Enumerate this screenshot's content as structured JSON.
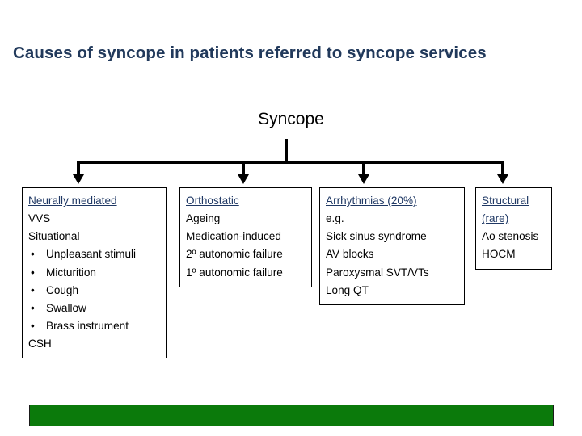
{
  "slide": {
    "title": "Causes of syncope in patients referred to syncope services",
    "title_color": "#21395B",
    "heading_color": "#1F3864",
    "footer_bar_color": "#0B7A0B"
  },
  "diagram": {
    "root": {
      "label": "Syncope"
    },
    "categories": [
      {
        "heading": "Neurally mediated",
        "lines": [
          "VVS",
          "Situational"
        ],
        "bullets": [
          "Unpleasant stimuli",
          "Micturition",
          "Cough",
          "Swallow",
          "Brass instrument"
        ],
        "trailing_lines": [
          "CSH"
        ]
      },
      {
        "heading": "Orthostatic",
        "lines": [
          "Ageing",
          "Medication-induced",
          "2º autonomic failure",
          "1º autonomic failure"
        ],
        "bullets": [],
        "trailing_lines": []
      },
      {
        "heading": "Arrhythmias (20%)",
        "lines": [
          "e.g.",
          "Sick sinus syndrome",
          "AV blocks",
          "Paroxysmal SVT/VTs",
          "Long QT"
        ],
        "bullets": [],
        "trailing_lines": []
      },
      {
        "heading": "Structural (rare)",
        "lines": [
          "Ao stenosis",
          "HOCM"
        ],
        "bullets": [],
        "trailing_lines": []
      }
    ],
    "bullet_glyph": "•"
  }
}
